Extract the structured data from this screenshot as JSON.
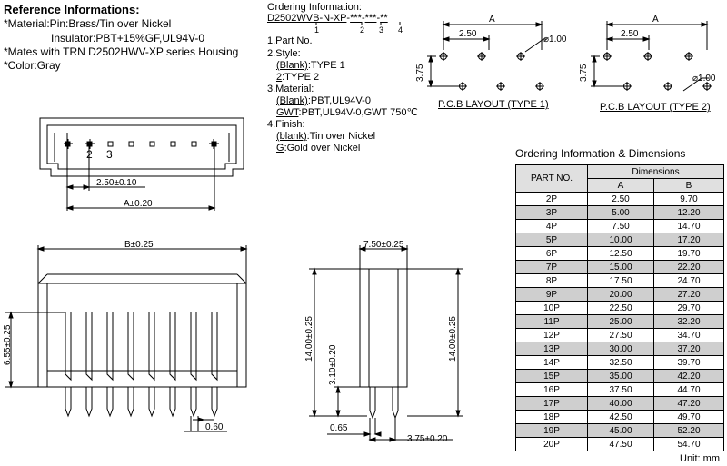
{
  "reference": {
    "title": "Reference Informations:",
    "material_pin": "*Material:Pin:Brass/Tin over Nickel",
    "material_insulator": "Insulator:PBT+15%GF,UL94V-0",
    "mates": "*Mates with TRN D2502HWV-XP series Housing",
    "color": "*Color:Gray"
  },
  "ordering": {
    "title": "Ordering Information:",
    "part_code": "D2502WVB-N-XP",
    "code_suffix_1": "***",
    "code_suffix_2": "***",
    "code_suffix_3": "**",
    "sep": "-",
    "marker_1": "1",
    "marker_2": "2",
    "marker_3": "3",
    "marker_4": "4",
    "item1": "1.Part No.",
    "item2": "2.Style:",
    "item2_a_key": "(Blank)",
    "item2_a_val": ":TYPE 1",
    "item2_b_key": "2",
    "item2_b_val": ":TYPE 2",
    "item3": "3.Material:",
    "item3_a_key": "(Blank)",
    "item3_a_val": ":PBT,UL94V-0",
    "item3_b_key": "GWT",
    "item3_b_val": ":PBT,UL94V-0,GWT 750℃",
    "item4": "4.Finish:",
    "item4_a_key": "(blank)",
    "item4_a_val": ":Tin over Nickel",
    "item4_b_key": "G",
    "item4_b_val": ":Gold over Nickel"
  },
  "pcb": {
    "type1_caption": "P.C.B LAYOUT (TYPE 1)",
    "type2_caption": "P.C.B LAYOUT (TYPE 2)",
    "dim_a": "A",
    "pitch": "2.50",
    "row_gap": "3.75",
    "hole": "⌀1.00"
  },
  "front_view": {
    "pin_2": "2",
    "pin_3": "3",
    "dim_pitch": "2.50±0.10",
    "dim_a": "A±0.20"
  },
  "side_view": {
    "dim_b": "B±0.25",
    "dim_height": "6.55±0.25",
    "dim_pin": "0.60"
  },
  "end_view": {
    "dim_width": "7.50±0.25",
    "dim_total_left": "14.00±0.25",
    "dim_tail": "3.10±0.20",
    "dim_total_right": "14.00±0.25",
    "dim_pin": "0.65",
    "dim_offset": "3.75±0.20"
  },
  "table": {
    "title": "Ordering Information & Dimensions",
    "col_part": "PART NO.",
    "col_dims": "Dimensions",
    "col_a": "A",
    "col_b": "B",
    "rows": [
      [
        "2P",
        "2.50",
        "9.70"
      ],
      [
        "3P",
        "5.00",
        "12.20"
      ],
      [
        "4P",
        "7.50",
        "14.70"
      ],
      [
        "5P",
        "10.00",
        "17.20"
      ],
      [
        "6P",
        "12.50",
        "19.70"
      ],
      [
        "7P",
        "15.00",
        "22.20"
      ],
      [
        "8P",
        "17.50",
        "24.70"
      ],
      [
        "9P",
        "20.00",
        "27.20"
      ],
      [
        "10P",
        "22.50",
        "29.70"
      ],
      [
        "11P",
        "25.00",
        "32.20"
      ],
      [
        "12P",
        "27.50",
        "34.70"
      ],
      [
        "13P",
        "30.00",
        "37.20"
      ],
      [
        "14P",
        "32.50",
        "39.70"
      ],
      [
        "15P",
        "35.00",
        "42.20"
      ],
      [
        "16P",
        "37.50",
        "44.70"
      ],
      [
        "17P",
        "40.00",
        "47.20"
      ],
      [
        "18P",
        "42.50",
        "49.70"
      ],
      [
        "19P",
        "45.00",
        "52.20"
      ],
      [
        "20P",
        "47.50",
        "54.70"
      ]
    ],
    "unit": "Unit: mm"
  }
}
